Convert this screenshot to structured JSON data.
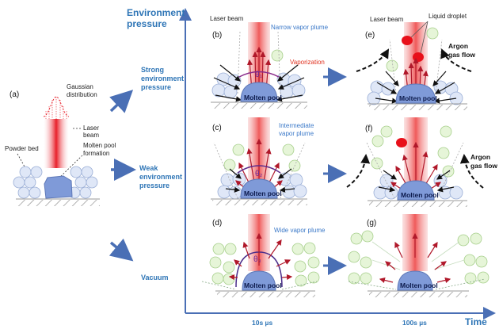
{
  "axes": {
    "y_label_line1": "Environment",
    "y_label_line2": "pressure",
    "x_label": "Time",
    "time_ticks": [
      "10s µs",
      "100s µs"
    ]
  },
  "panel_a": {
    "tag": "(a)",
    "gaussian_line1": "Gaussian",
    "gaussian_line2": "distribution",
    "laser_line1": "Laser",
    "laser_line2": "beam",
    "powder_bed": "Powder bed",
    "molten_line1": "Molten pool",
    "molten_line2": "formation"
  },
  "conditions": [
    {
      "line1": "Strong",
      "line2": "environment",
      "line3": "pressure"
    },
    {
      "line1": "Weak",
      "line2": "environment",
      "line3": "pressure"
    },
    {
      "line1": "Vacuum"
    }
  ],
  "panels": {
    "b": {
      "tag": "(b)",
      "laser": "Laser beam",
      "plume": "Narrow vapor plume",
      "vaporization": "Vaporization",
      "theta": "θ₁",
      "pool": "Molten pool"
    },
    "c": {
      "tag": "(c)",
      "plume_line1": "Intermediate",
      "plume_line2": "vapor plume",
      "theta": "θ₂",
      "pool": "Molten pool"
    },
    "d": {
      "tag": "(d)",
      "plume": "Wide vapor plume",
      "theta": "θ₃",
      "pool": "Molten pool"
    },
    "e": {
      "tag": "(e)",
      "laser": "Laser beam",
      "droplet": "Liquid droplet",
      "argon_line1": "Argon",
      "argon_line2": "gas flow",
      "pool": "Molten pool"
    },
    "f": {
      "tag": "(f)",
      "argon_line1": "Argon",
      "argon_line2": "gas flow",
      "pool": "Molten pool"
    },
    "g": {
      "tag": "(g)",
      "pool": "Molten pool"
    }
  },
  "colors": {
    "axis": "#4a6fb5",
    "label_blue": "#2e75b6",
    "laser_red": "#e8202a",
    "pool_blue": "#7f9ad8",
    "powder": "#dfe7f7",
    "spatter_green": "#e6f5d8"
  }
}
